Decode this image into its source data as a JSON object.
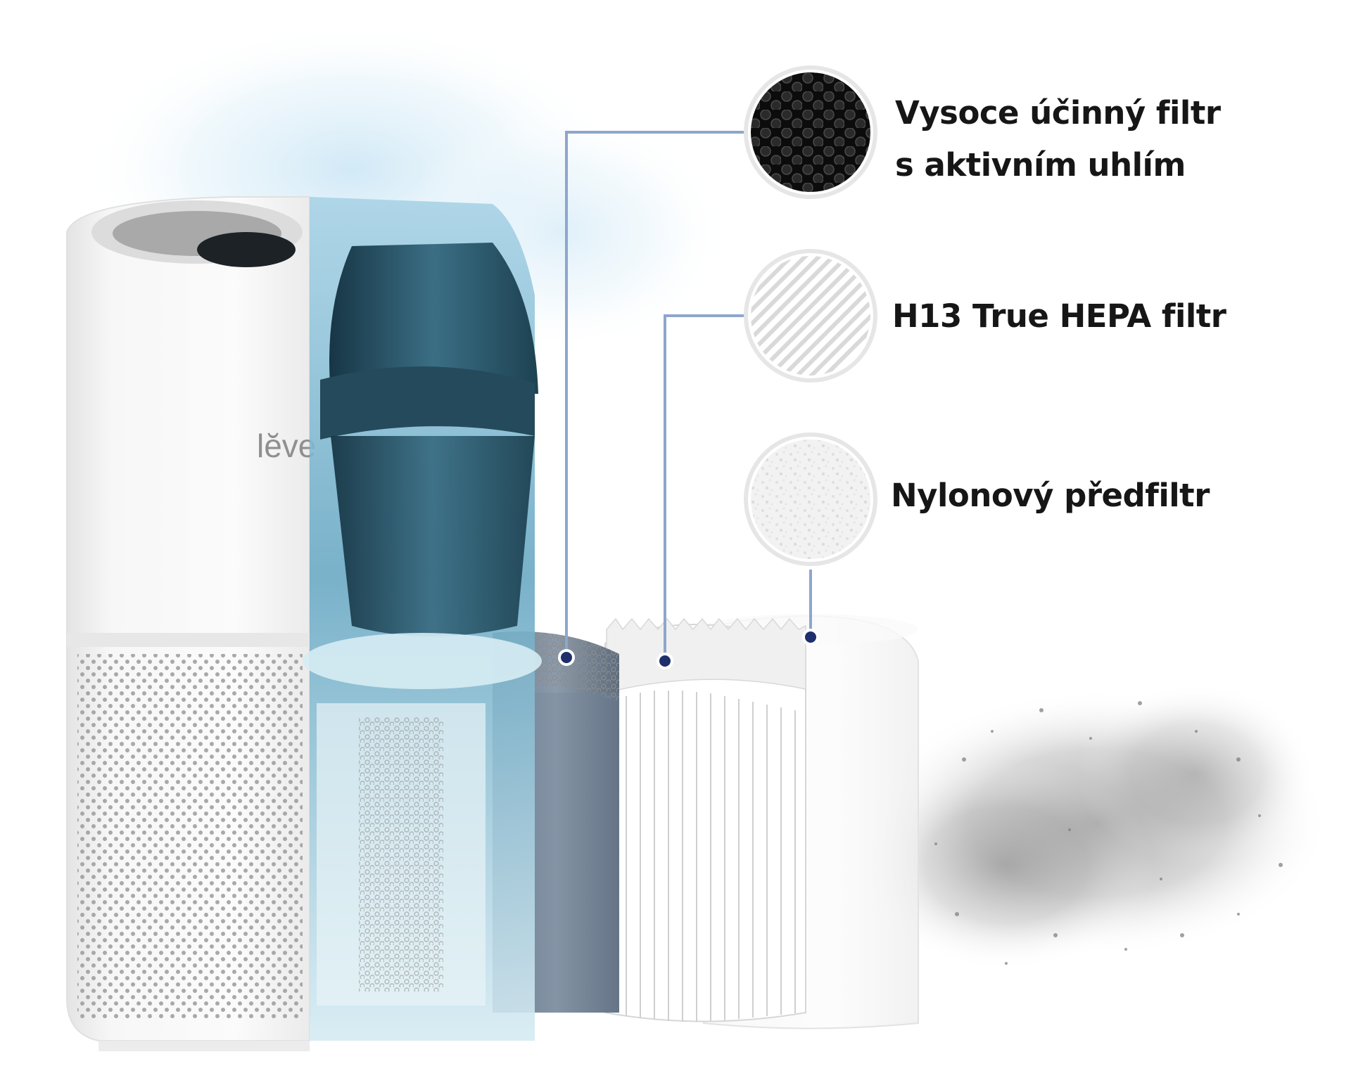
{
  "brand": {
    "logo_text": "lĕve"
  },
  "filters": [
    {
      "id": "carbon",
      "lines": [
        "Vysoce účinný filtr",
        "s aktivním uhlím"
      ]
    },
    {
      "id": "hepa",
      "lines": [
        "H13 True HEPA filtr"
      ]
    },
    {
      "id": "prefilter",
      "lines": [
        "Nylonový předfiltr"
      ]
    }
  ],
  "colors": {
    "callout_line": "#8ea6cc",
    "callout_dot": "#1f2f6b",
    "carbon_filter": "#7d8da0",
    "hepa_pleats": "#ffffff",
    "pre_filter": "#f3f3f3",
    "purifier_body": "#f6f6f6",
    "fan_core": "#2b5567"
  },
  "icons": [
    "honeycomb-carbon-icon",
    "pleated-hepa-icon",
    "fiber-prefilter-icon"
  ]
}
